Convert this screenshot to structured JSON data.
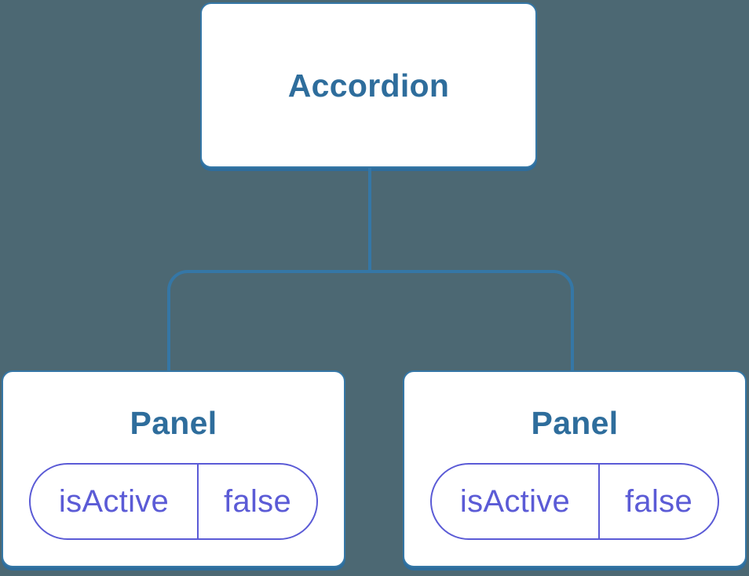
{
  "diagram": {
    "type": "component-state-tree",
    "colors": {
      "bg": "#4C6873",
      "line": "#3577A6",
      "line_dark": "#2E6D9C",
      "title": "#2E6D9C",
      "state": "#5B5BD6",
      "node_bg": "#FFFFFF"
    }
  },
  "tree": {
    "root": {
      "label": "Accordion"
    },
    "children": [
      {
        "label": "Panel",
        "state": {
          "key": "isActive",
          "value": "false"
        }
      },
      {
        "label": "Panel",
        "state": {
          "key": "isActive",
          "value": "false"
        }
      }
    ]
  }
}
